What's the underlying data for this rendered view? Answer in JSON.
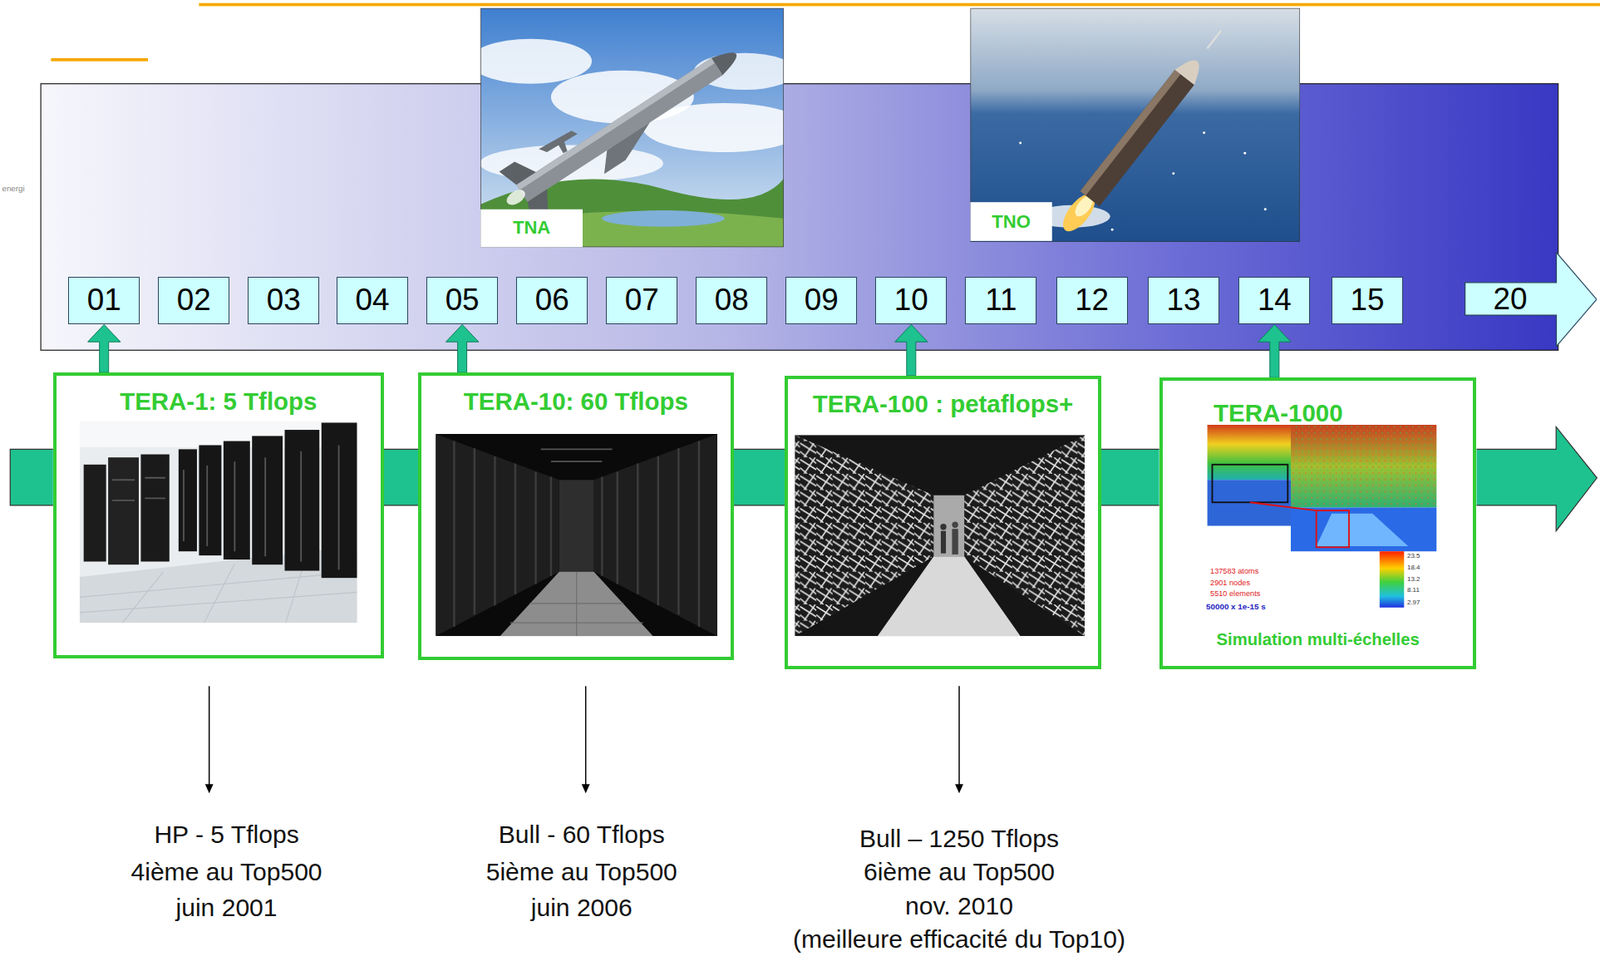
{
  "diagram": {
    "nodes": [
      {
        "text": [
          "01"
        ]
      },
      {
        "text": [
          "02"
        ]
      },
      {
        "text": [
          "03"
        ]
      },
      {
        "text": [
          "04"
        ]
      },
      {
        "text": [
          "05"
        ]
      },
      {
        "text": [
          "06"
        ]
      },
      {
        "text": [
          "07"
        ]
      },
      {
        "text": [
          "08"
        ]
      },
      {
        "text": [
          "09"
        ]
      },
      {
        "text": [
          "10"
        ]
      },
      {
        "text": [
          "11"
        ]
      },
      {
        "text": [
          "12"
        ]
      },
      {
        "text": [
          "13"
        ]
      },
      {
        "text": [
          "14"
        ]
      },
      {
        "text": [
          "15"
        ]
      },
      {
        "text": [
          "20"
        ]
      },
      {
        "text": [
          "TERA-1: 5 Tflops"
        ]
      },
      {
        "text": [
          "TERA-10: 60 Tflops"
        ]
      },
      {
        "text": [
          "TERA-100 : petaflops+"
        ]
      },
      {
        "text": [
          "TERA-1000",
          "Simulation multi-échelles"
        ]
      }
    ],
    "edges": [
      {
        "from": 16,
        "to": 0,
        "arrow": "to"
      },
      {
        "from": 17,
        "to": 4,
        "arrow": "to"
      },
      {
        "from": 18,
        "to": 9,
        "arrow": "to"
      },
      {
        "from": 19,
        "to": 13,
        "arrow": "to"
      }
    ],
    "labels": [
      "energi",
      "TNA",
      "TNO",
      "137583 atoms",
      "2901 nodes",
      "5510 elements",
      "50000 x 1e-15 s",
      "23.5",
      "18.4",
      "13.2",
      "8.11",
      "2.97",
      "HP - 5 Tflops",
      "4ième au Top500",
      "juin 2001",
      "Bull - 60 Tflops",
      "5ième au Top500",
      "juin 2006",
      "Bull – 1250 Tflops",
      "6ième au Top500",
      "nov. 2010",
      "(meilleure efficacité du Top10)"
    ]
  }
}
